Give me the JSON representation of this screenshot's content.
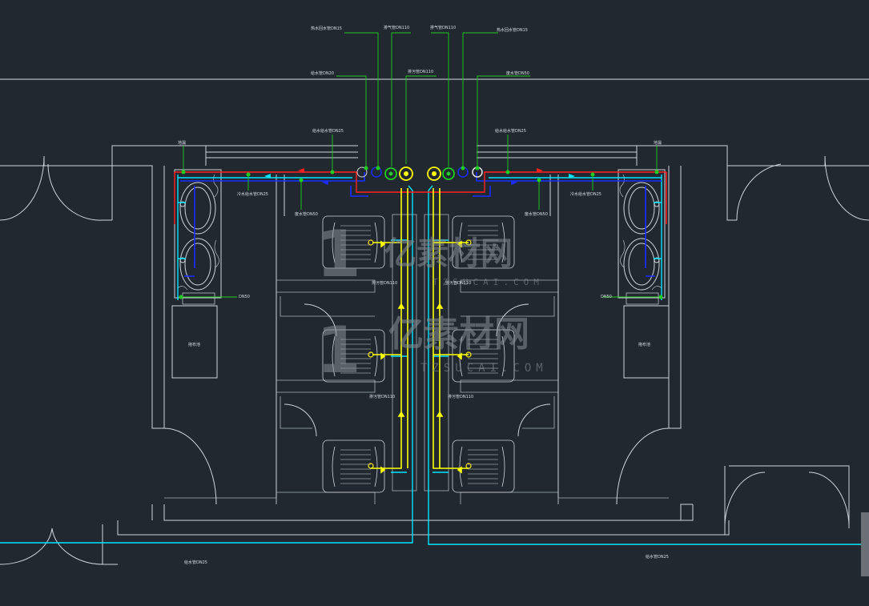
{
  "labels": {
    "top_left_1": "热水回水管DN15",
    "top_left_2": "给水管DN20",
    "top_c1": "排气管DN110",
    "top_c2": "排气管DN110",
    "top_c3": "排污管DN110",
    "top_right_1": "热水回水管DN15",
    "top_right_2": "废水管DN50",
    "feed_left": "给水给水管DN25",
    "feed_right": "给水给水管DN25",
    "branch_left": "冷水给水管DN25",
    "branch_right": "冷水给水管DN25",
    "waste_left": "废水管DN50",
    "waste_right": "废水管DN50",
    "floor_drain_left": "地漏",
    "floor_drain_right": "地漏",
    "sewer_1_left": "排污管DN110",
    "sewer_1_right": "排污管DN110",
    "sewer_2_left": "排污管DN110",
    "sewer_2_right": "排污管DN110",
    "dn_left": "DN50",
    "dn_right": "DN50",
    "mop_left": "拖布池",
    "mop_right": "拖布池",
    "bottom_left": "给水管DN25",
    "bottom_right": "给水管DN25"
  },
  "watermark": {
    "brand": "亿素材网",
    "domain": "TZSUCAI.COM",
    "logo_letter": "1"
  },
  "colors": {
    "background": "#212830",
    "hot_water": "#ff2020",
    "cold_water": "#1a2cff",
    "supply": "#00e5ff",
    "sewer": "#ffff00",
    "leader": "#22cc22",
    "wall": "#cfd4da"
  }
}
